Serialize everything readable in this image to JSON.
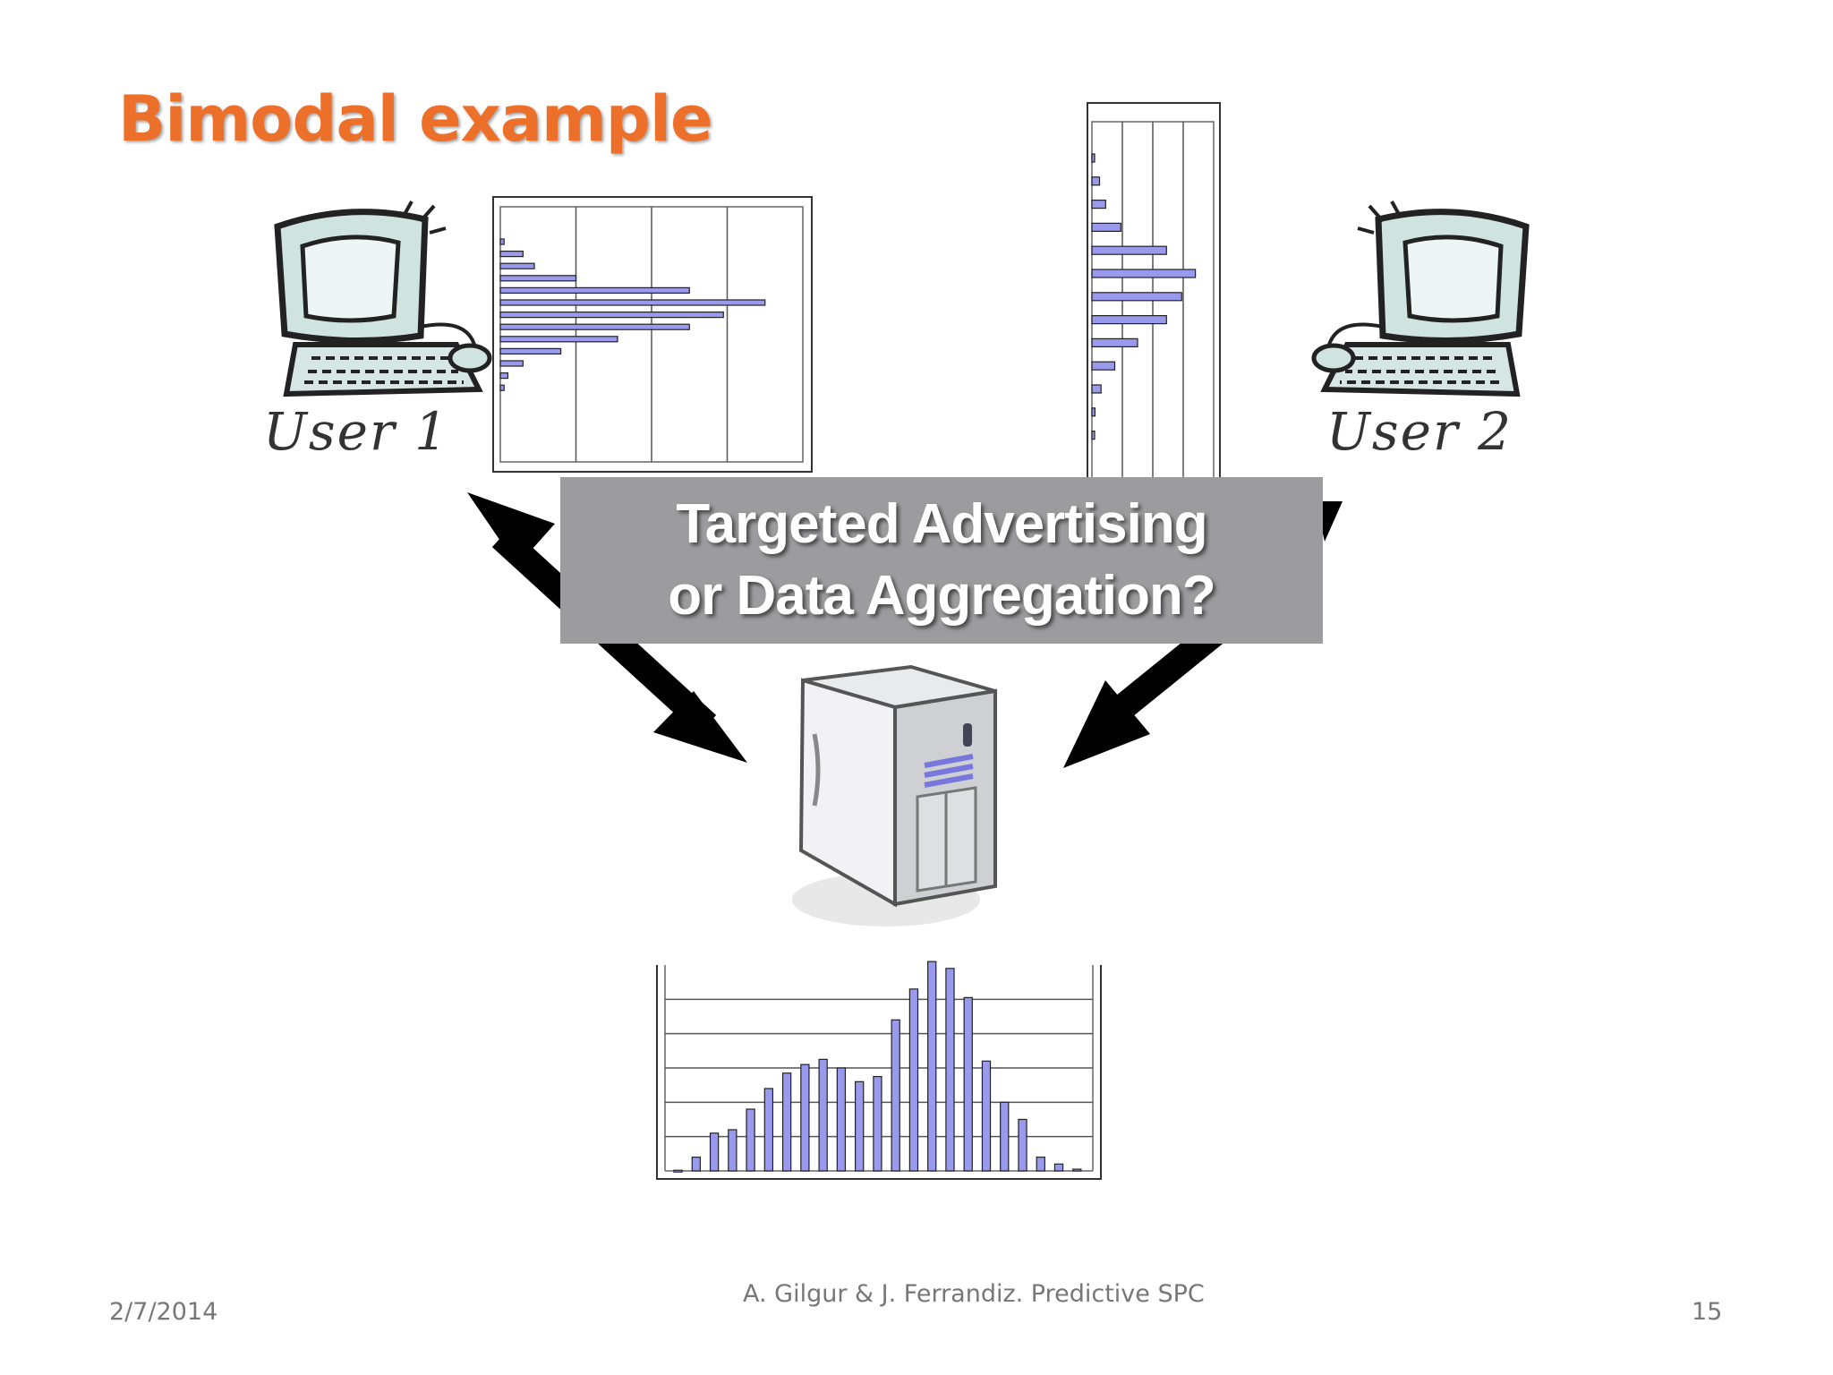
{
  "slide": {
    "title": "Bimodal example",
    "title_color": "#ec7029"
  },
  "users": [
    {
      "label": "User 1",
      "icon": "computer-icon"
    },
    {
      "label": "User 2",
      "icon": "computer-icon"
    }
  ],
  "server": {
    "icon": "server-icon"
  },
  "overlay": {
    "line1": "Targeted Advertising",
    "line2": "or Data Aggregation?",
    "background": "#9c9c9e"
  },
  "footer": {
    "date": "2/7/2014",
    "credit": "A. Gilgur & J. Ferrandiz.  Predictive SPC",
    "page": "15"
  },
  "chart_data": [
    {
      "type": "bar",
      "orientation": "horizontal",
      "values": [
        0.05,
        0.3,
        0.45,
        1.0,
        2.5,
        3.5,
        2.95,
        2.5,
        1.55,
        0.8,
        0.3,
        0.1,
        0.05
      ],
      "xlim": [
        0,
        4
      ],
      "grid": true,
      "bar_color": "#9999ee"
    },
    {
      "type": "bar",
      "orientation": "horizontal",
      "values": [
        0.05,
        0.25,
        0.45,
        0.95,
        2.45,
        3.4,
        2.95,
        2.45,
        1.5,
        0.75,
        0.3,
        0.1,
        0.05
      ],
      "xlim": [
        0,
        4
      ],
      "grid": true,
      "bar_color": "#9999ee"
    },
    {
      "type": "bar",
      "orientation": "vertical",
      "values": [
        0.02,
        0.4,
        1.1,
        1.2,
        1.8,
        2.4,
        2.85,
        3.1,
        3.25,
        3.0,
        2.6,
        2.75,
        4.4,
        5.3,
        6.1,
        5.9,
        5.05,
        3.2,
        2.0,
        1.5,
        0.4,
        0.2,
        0.05
      ],
      "ylim": [
        0,
        6
      ],
      "grid": true,
      "bar_color": "#9999ee"
    }
  ]
}
